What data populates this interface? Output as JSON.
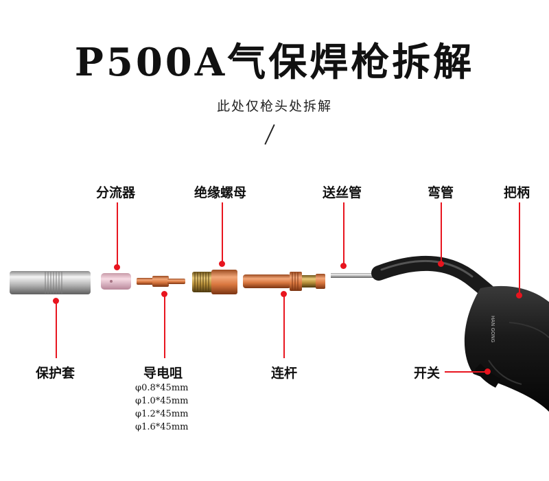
{
  "title": "P500A气保焊枪拆解",
  "subtitle": "此处仅枪头处拆解",
  "labels": {
    "diffuser": "分流器",
    "insulating_nut": "绝缘螺母",
    "wire_feed_tube": "送丝管",
    "gooseneck": "弯管",
    "handle": "把柄",
    "nozzle": "保护套",
    "contact_tip": "导电咀",
    "connecting_rod": "连杆",
    "switch": "开关"
  },
  "contact_tip_specs": [
    "φ0.8*45mm",
    "φ1.0*45mm",
    "φ1.2*45mm",
    "φ1.6*45mm"
  ],
  "handle_brand_text": "HAN GONG",
  "accent_color": "#e8141e"
}
